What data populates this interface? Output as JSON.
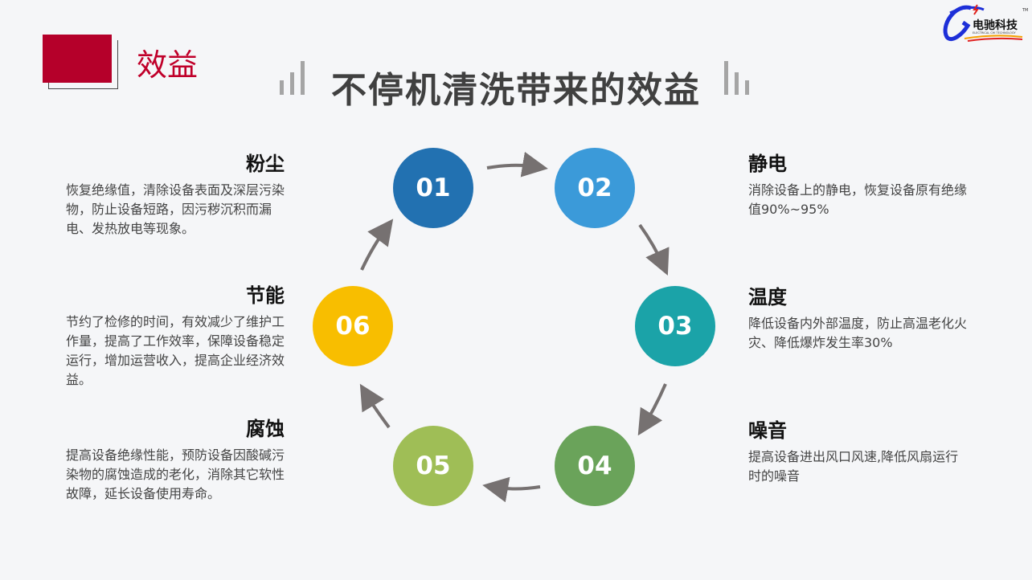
{
  "section_label": "效益",
  "title": "不停机清洗带来的效益",
  "logo": {
    "text": "电驰科技",
    "subtext": "ELECTRICAL CHI TECHNOLOGY",
    "tm": "TM"
  },
  "colors": {
    "accent": "#b5002a",
    "c01": "#2271b1",
    "c02": "#3b9ad9",
    "c03": "#1ba3a8",
    "c04": "#6aa35a",
    "c05": "#9fbe56",
    "c06": "#f8be00",
    "arrow": "#767171"
  },
  "steps": [
    {
      "num": "01",
      "title": "粉尘",
      "text": "恢复绝缘值，清除设备表面及深层污染物，防止设备短路，因污秽沉积而漏电、发热放电等现象。"
    },
    {
      "num": "02",
      "title": "静电",
      "text": "消除设备上的静电，恢复设备原有绝缘值90%~95%"
    },
    {
      "num": "03",
      "title": "温度",
      "text": "降低设备内外部温度，防止高温老化火灾、降低爆炸发生率30%"
    },
    {
      "num": "04",
      "title": "噪音",
      "text": "提高设备进出风口风速,降低风扇运行时的噪音"
    },
    {
      "num": "05",
      "title": "腐蚀",
      "text": "提高设备绝缘性能，预防设备因酸碱污染物的腐蚀造成的老化，消除其它软性故障，延长设备使用寿命。"
    },
    {
      "num": "06",
      "title": "节能",
      "text": "节约了检修的时间，有效减少了维护工作量，提高了工作效率，保障设备稳定运行，增加运营收入，提高企业经济效益。"
    }
  ]
}
